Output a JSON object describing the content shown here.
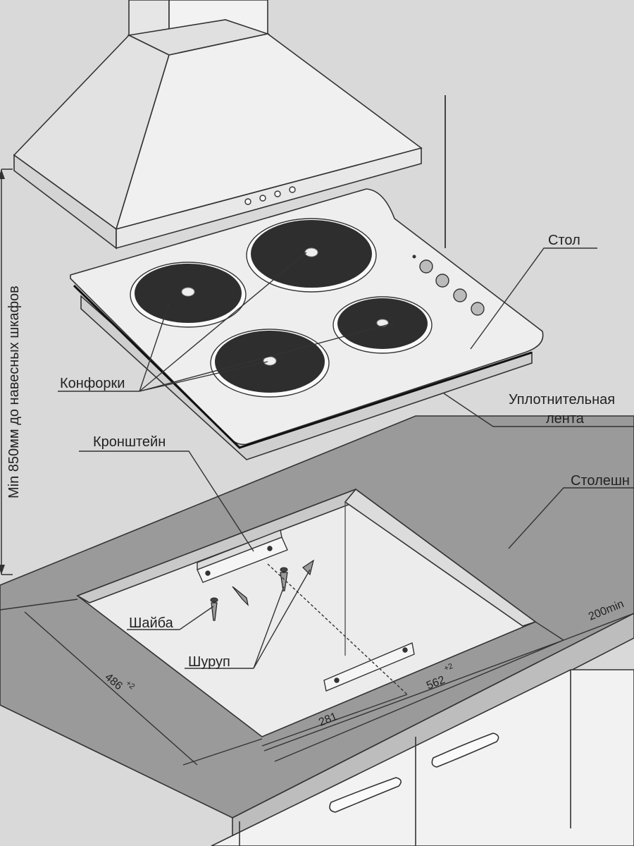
{
  "labels": {
    "table": "Стол",
    "burners": "Конфорки",
    "seal_tape_line1": "Уплотнительная",
    "seal_tape_line2": "лента",
    "countertop": "Столешн",
    "bracket": "Кронштейн",
    "washer": "Шайба",
    "screw": "Шуруп",
    "min_height": "Min 850мм до навесных шкафов"
  },
  "dimensions": {
    "depth": "486",
    "depth_tol": "+2",
    "width": "562",
    "width_tol": "+2",
    "half_width": "281",
    "min_gap": "200min"
  },
  "colors": {
    "background": "#d9d9d9",
    "countertop": "#9a9a9a",
    "hob_surface": "#eeeeee",
    "burner": "#2e2e2e",
    "line": "#333333"
  }
}
